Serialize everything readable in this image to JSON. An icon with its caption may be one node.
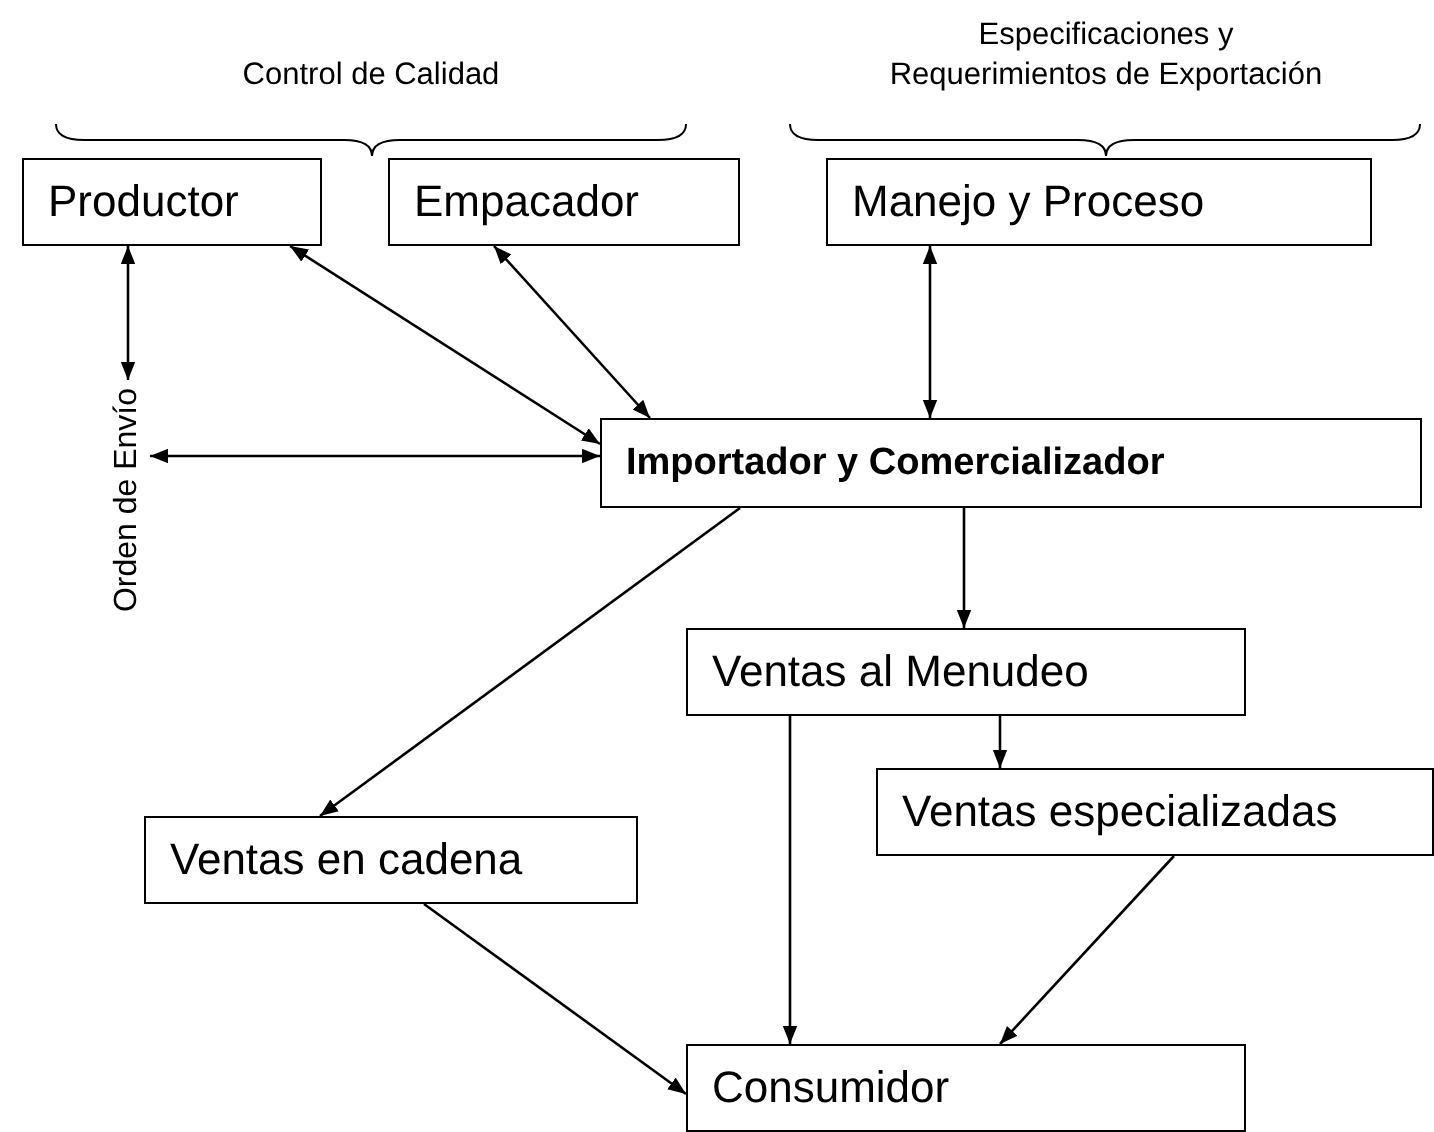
{
  "diagram": {
    "nodes": [
      {
        "text": [
          "Productor"
        ]
      },
      {
        "text": [
          "Empacador"
        ]
      },
      {
        "text": [
          "Manejo y Proceso"
        ]
      },
      {
        "text": [
          "Importador y Comercializador"
        ]
      },
      {
        "text": [
          "Orden de Envío"
        ]
      },
      {
        "text": [
          "Ventas al Menudeo"
        ]
      },
      {
        "text": [
          "Ventas especializadas"
        ]
      },
      {
        "text": [
          "Ventas en cadena"
        ]
      },
      {
        "text": [
          "Consumidor"
        ]
      }
    ],
    "edges": [
      {
        "from": 0,
        "to": 3,
        "arrow": "both"
      },
      {
        "from": 1,
        "to": 3,
        "arrow": "both"
      },
      {
        "from": 2,
        "to": 3,
        "arrow": "both"
      },
      {
        "from": 4,
        "to": 0,
        "arrow": "both"
      },
      {
        "from": 4,
        "to": 3,
        "arrow": "both"
      },
      {
        "from": 3,
        "to": 5,
        "arrow": "to"
      },
      {
        "from": 3,
        "to": 7,
        "arrow": "to"
      },
      {
        "from": 5,
        "to": 6,
        "arrow": "to"
      },
      {
        "from": 5,
        "to": 8,
        "arrow": "to"
      },
      {
        "from": 7,
        "to": 8,
        "arrow": "to"
      },
      {
        "from": 6,
        "to": 8,
        "arrow": "to"
      }
    ],
    "labels": [
      "Control de Calidad",
      "Especificaciones y Requerimientos de Exportación"
    ]
  }
}
